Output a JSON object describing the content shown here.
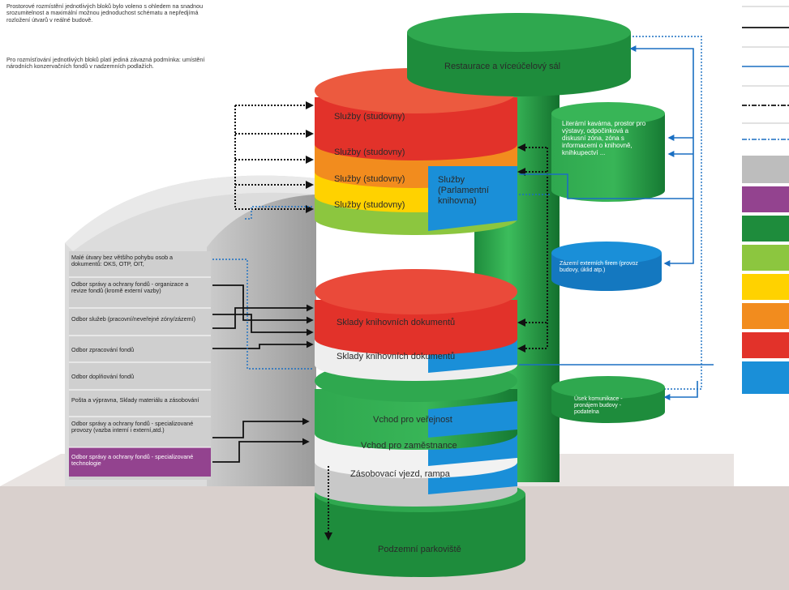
{
  "intro": {
    "paragraph_1": "Prostorové rozmístění jednotlivých bloků bylo voleno s ohledem na snadnou srozumitelnost a maximální možnou jednoduchost schématu a nepředjímá rozložení útvarů v reálné budově.",
    "paragraph_2": "Pro rozmísťování jednotlivých bloků platí jediná závazná podmínka: umístění národních konzervačních fondů v nadzemních podlažích."
  },
  "tower": {
    "restaurant": "Restaurace a víceúčelový sál",
    "services_1": "Služby (studovny)",
    "services_2": "Služby (studovny)",
    "services_3": "Služby (studovny)",
    "services_4": "Služby (studovny)",
    "services_parliament": "Služby (Parlamentní knihovna)",
    "storage_1": "Sklady knihovních dokumentů",
    "storage_2": "Sklady knihovních dokumentů",
    "public_entrance": "Vchod pro veřejnost",
    "staff_entrance": "Vchod pro zaměstnance",
    "supply_ramp": "Zásobovací vjezd, rampa",
    "parking": "Podzemní parkoviště"
  },
  "side_blocks": {
    "literary_cafe": "Literární kavárna, prostor pro výstavy, odpočinková a diskusní zóna, zóna s informacemi o knihovně, knihkupectví ...",
    "external_firms": "Zázemí externích firem (provoz budovy, úklid atp.)",
    "communications": "Úsek komunikace - pronájem budovy - podatelna"
  },
  "departments": [
    "Malé útvary bez většího pohybu osob a dokumentů: OKS, OTP, OIT,",
    "Odbor správy a ochrany fondů - organizace a revize fondů (kromě externí vazby)",
    "Odbor služeb (pracovní/neveřejné zóny/zázemí)",
    "Odbor zpracování fondů",
    "Odbor doplňování fondů",
    "Pošta a výpravna, Sklady materiálu a zásobování",
    "Odbor správy a ochrany fondů - specializované provozy (vazba interní i externí,atd.)",
    "Odbor správy a ochrany fondů - specializované technologie"
  ],
  "colors": {
    "green_dark": "#1e8c3c",
    "green_mid": "#2fa84f",
    "lime": "#8cc63f",
    "yellow": "#ffd200",
    "orange": "#f28c1e",
    "red": "#e2322a",
    "blue": "#1a8fd8",
    "purple": "#93438f",
    "grey": "#bdbdbd",
    "floor": "#d8cfcc"
  },
  "legend": {
    "line_styles": [
      "solid-black",
      "solid-blue",
      "dashdot-black",
      "dashdot-blue"
    ],
    "swatches": [
      "#bdbdbd",
      "#93438f",
      "#1e8c3c",
      "#8cc63f",
      "#ffd200",
      "#f28c1e",
      "#e2322a",
      "#1a8fd8"
    ]
  }
}
